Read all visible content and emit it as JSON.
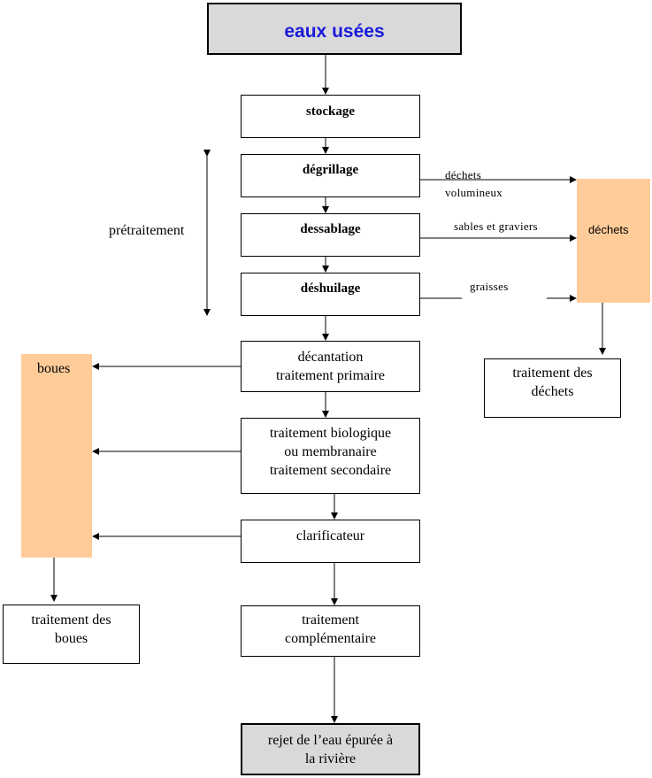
{
  "title": "eaux usées",
  "steps": {
    "stockage": "stockage",
    "degrillage": "dégrillage",
    "dessablage": "dessablage",
    "deshuilage": "déshuilage",
    "decantation": [
      "décantation",
      "traitement primaire"
    ],
    "biologique": [
      "traitement biologique",
      "ou membranaire",
      "traitement secondaire"
    ],
    "clarificateur": "clarificateur",
    "complementaire": [
      "traitement",
      "complémentaire"
    ],
    "rejet": [
      "rejet de l’eau épurée à",
      "la rivière"
    ]
  },
  "pretraitement_label": "prétraitement",
  "side_labels": {
    "dechets_volumineux": [
      "déchets",
      "volumineux"
    ],
    "sables_graviers": "sables et graviers",
    "graisses": "graisses"
  },
  "dechets": {
    "label": "déchets",
    "treatment": [
      "traitement des",
      "déchets"
    ]
  },
  "boues": {
    "label": "boues",
    "treatment": [
      "traitement des",
      "boues"
    ]
  },
  "colors": {
    "title_text": "#1a1adb",
    "title_fill": "#d9d9d9",
    "waste_fill": "#ffcc99"
  }
}
